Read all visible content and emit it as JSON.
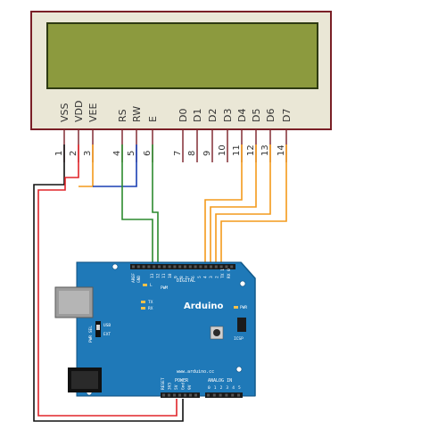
{
  "lcd": {
    "pin_labels": [
      "VSS",
      "VDD",
      "VEE",
      "RS",
      "RW",
      "E",
      "D0",
      "D1",
      "D2",
      "D3",
      "D4",
      "D5",
      "D6",
      "D7"
    ],
    "pin_numbers": [
      "1",
      "2",
      "3",
      "4",
      "5",
      "6",
      "7",
      "8",
      "9",
      "10",
      "11",
      "12",
      "13",
      "14"
    ]
  },
  "arduino": {
    "brand": "Arduino",
    "url": "www.arduino.cc",
    "header_digital": "DIGITAL",
    "header_power": "POWER",
    "header_analog": "ANALOG IN",
    "pin_aref": "AREF",
    "pin_gnd": "GND",
    "digital_pins": [
      "13",
      "12",
      "11",
      "10",
      "9",
      "8",
      "7",
      "6",
      "5",
      "4",
      "3",
      "2",
      "TX 1",
      "RX 0"
    ],
    "power_pins": [
      "RESET",
      "3V3",
      "5V",
      "Gnd",
      "9V"
    ],
    "analog_pins": [
      "0",
      "1",
      "2",
      "3",
      "4",
      "5"
    ],
    "led_l": "L",
    "led_tx": "TX",
    "led_rx": "RX",
    "led_pwr": "PWR",
    "pwr_sel": "PWR SEL",
    "usb": "USB",
    "ext": "EXT",
    "icsp": "ICSP",
    "pwm": "PWM"
  },
  "colors": {
    "lcd_frame": "#7a1f26",
    "lcd_bezel": "#eae7d6",
    "lcd_screen": "#8c9a3e",
    "board": "#1f79b8",
    "wire_black": "#111111",
    "wire_red": "#e0252a",
    "wire_orange": "#f39a1b",
    "wire_blue": "#1a3fb3",
    "wire_green": "#2c8a2e"
  }
}
